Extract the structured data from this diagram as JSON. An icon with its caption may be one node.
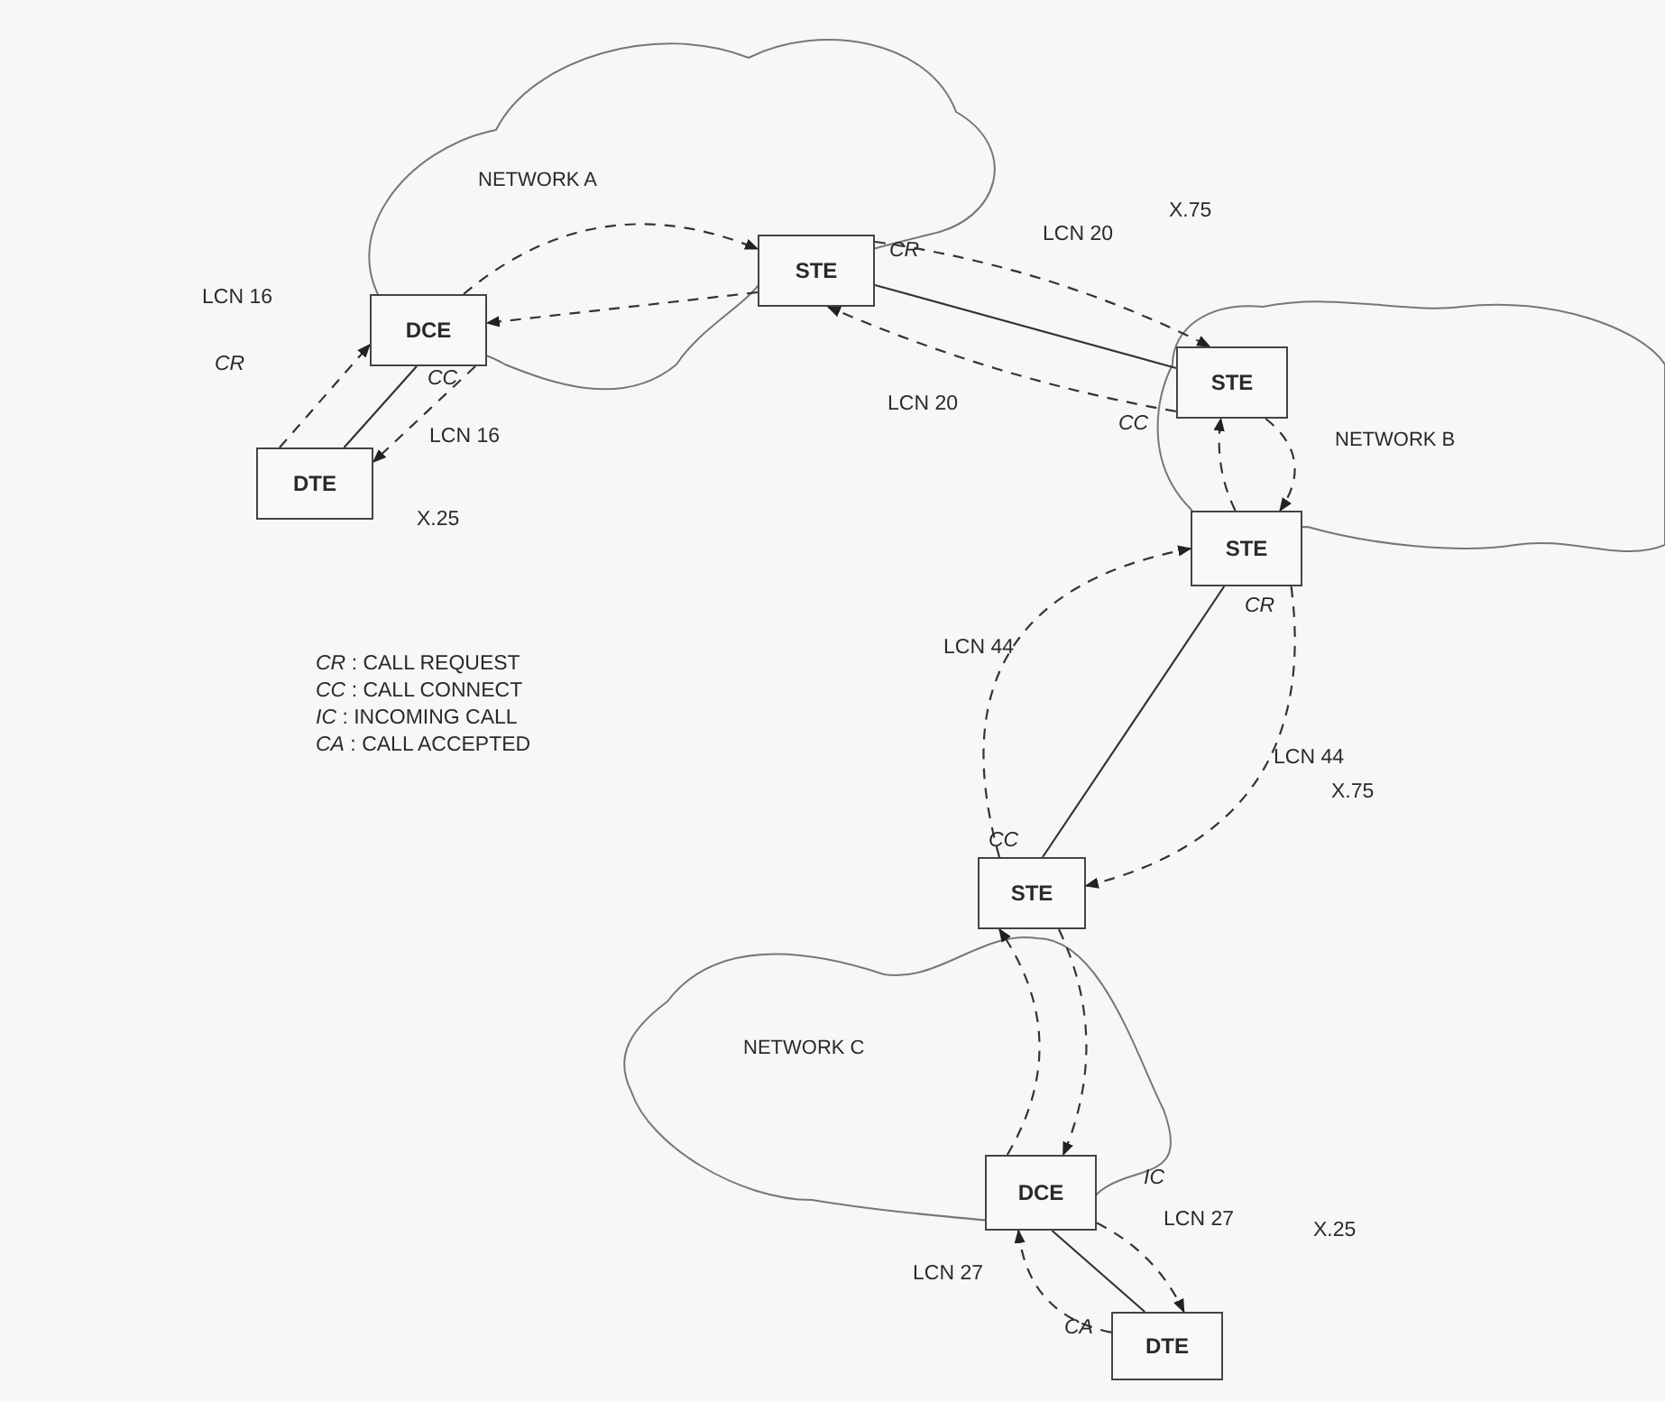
{
  "diagram": {
    "nodes": [
      {
        "text": [
          "NETWORK A"
        ]
      },
      {
        "text": [
          "NETWORK B"
        ]
      },
      {
        "text": [
          "NETWORK C"
        ]
      },
      {
        "text": [
          "DCE"
        ]
      },
      {
        "text": [
          "DTE"
        ]
      },
      {
        "text": [
          "STE"
        ]
      },
      {
        "text": [
          "STE"
        ]
      },
      {
        "text": [
          "STE"
        ]
      },
      {
        "text": [
          "STE"
        ]
      },
      {
        "text": [
          "DCE"
        ]
      },
      {
        "text": [
          "DTE"
        ]
      }
    ],
    "edges": [
      {
        "from": 3,
        "to": 4,
        "arrow": "none"
      },
      {
        "from": 4,
        "to": 3,
        "arrow": "to",
        "style": "dashed",
        "label": "LCN 16"
      },
      {
        "from": 3,
        "to": 4,
        "arrow": "to",
        "style": "dashed",
        "label": "LCN 16"
      },
      {
        "from": 3,
        "to": 5,
        "arrow": "to",
        "style": "dashed"
      },
      {
        "from": 5,
        "to": 3,
        "arrow": "to",
        "style": "dashed"
      },
      {
        "from": 5,
        "to": 6,
        "arrow": "none"
      },
      {
        "from": 5,
        "to": 6,
        "arrow": "to",
        "style": "dashed",
        "label": "LCN 20"
      },
      {
        "from": 6,
        "to": 5,
        "arrow": "to",
        "style": "dashed",
        "label": "LCN 20"
      },
      {
        "from": 7,
        "to": 6,
        "arrow": "to",
        "style": "dashed"
      },
      {
        "from": 6,
        "to": 7,
        "arrow": "to",
        "style": "dashed"
      },
      {
        "from": 7,
        "to": 8,
        "arrow": "none"
      },
      {
        "from": 8,
        "to": 7,
        "arrow": "to",
        "style": "dashed",
        "label": "LCN 44"
      },
      {
        "from": 7,
        "to": 8,
        "arrow": "to",
        "style": "dashed",
        "label": "LCN 44"
      },
      {
        "from": 9,
        "to": 8,
        "arrow": "to",
        "style": "dashed"
      },
      {
        "from": 8,
        "to": 9,
        "arrow": "to",
        "style": "dashed"
      },
      {
        "from": 9,
        "to": 10,
        "arrow": "none"
      },
      {
        "from": 9,
        "to": 10,
        "arrow": "to",
        "style": "dashed",
        "label": "LCN 27"
      },
      {
        "from": 10,
        "to": 9,
        "arrow": "to",
        "style": "dashed",
        "label": "LCN 27"
      }
    ],
    "labels": [
      "X.75",
      "CR",
      "CR",
      "CC",
      "X.25",
      "CC",
      "*CR* : CALL REQUEST",
      "*CC* : CALL CONNECT",
      "*IC* : INCOMING CALL",
      "*CA* : CALL ACCEPTED",
      "CR",
      "X.75",
      "CC",
      "IC",
      "X.25",
      "CA"
    ]
  }
}
